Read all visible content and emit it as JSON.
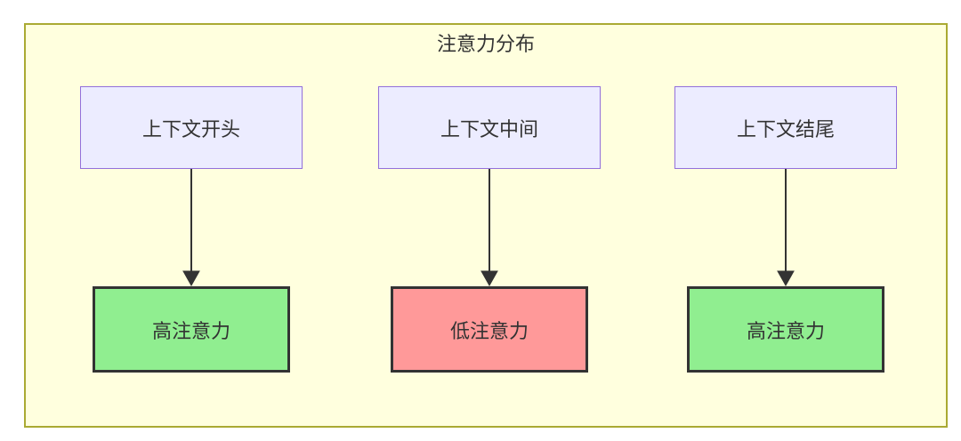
{
  "diagram": {
    "title": "注意力分布",
    "columns": [
      {
        "source": "上下文开头",
        "target": "高注意力",
        "level": "high"
      },
      {
        "source": "上下文中间",
        "target": "低注意力",
        "level": "low"
      },
      {
        "source": "上下文结尾",
        "target": "高注意力",
        "level": "high"
      }
    ]
  },
  "colors": {
    "container_fill": "#ffffde",
    "container_border": "#aaaa33",
    "source_fill": "#ececff",
    "source_border": "#9370db",
    "high_fill": "#90ee90",
    "low_fill": "#ff9999",
    "node_border": "#333333",
    "arrow": "#333333",
    "text": "#333333",
    "page_bg": "#ffffff"
  }
}
